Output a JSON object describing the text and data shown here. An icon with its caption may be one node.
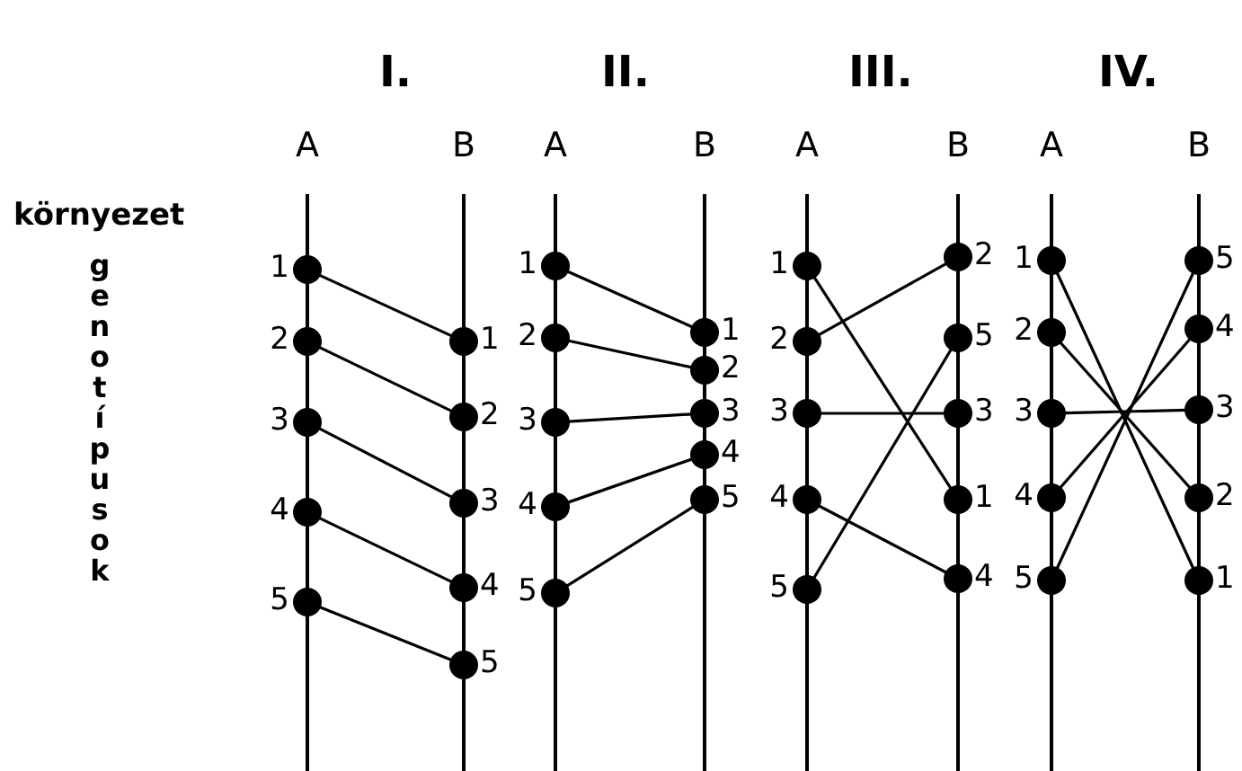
{
  "diagram": {
    "nodes": [
      {
        "text": [],
        "shape": "circle",
        "beside": [
          "1"
        ]
      },
      {
        "text": [],
        "shape": "circle",
        "beside": [
          "2"
        ]
      },
      {
        "text": [],
        "shape": "circle",
        "beside": [
          "3"
        ]
      },
      {
        "text": [],
        "shape": "circle",
        "beside": [
          "4"
        ]
      },
      {
        "text": [],
        "shape": "circle",
        "beside": [
          "5"
        ]
      },
      {
        "text": [],
        "shape": "circle",
        "beside": [
          "1"
        ]
      },
      {
        "text": [],
        "shape": "circle",
        "beside": [
          "2"
        ]
      },
      {
        "text": [],
        "shape": "circle",
        "beside": [
          "3"
        ]
      },
      {
        "text": [],
        "shape": "circle",
        "beside": [
          "4"
        ]
      },
      {
        "text": [],
        "shape": "circle",
        "beside": [
          "5"
        ]
      },
      {
        "text": [],
        "shape": "circle",
        "beside": [
          "1"
        ]
      },
      {
        "text": [],
        "shape": "circle",
        "beside": [
          "2"
        ]
      },
      {
        "text": [],
        "shape": "circle",
        "beside": [
          "3"
        ]
      },
      {
        "text": [],
        "shape": "circle",
        "beside": [
          "4"
        ]
      },
      {
        "text": [],
        "shape": "circle",
        "beside": [
          "5"
        ]
      },
      {
        "text": [],
        "shape": "circle",
        "beside": [
          "1"
        ]
      },
      {
        "text": [],
        "shape": "circle",
        "beside": [
          "2"
        ]
      },
      {
        "text": [],
        "shape": "circle",
        "beside": [
          "3"
        ]
      },
      {
        "text": [],
        "shape": "circle",
        "beside": [
          "4"
        ]
      },
      {
        "text": [],
        "shape": "circle",
        "beside": [
          "5"
        ]
      },
      {
        "text": [],
        "shape": "circle",
        "beside": [
          "1"
        ]
      },
      {
        "text": [],
        "shape": "circle",
        "beside": [
          "2"
        ]
      },
      {
        "text": [],
        "shape": "circle",
        "beside": [
          "3"
        ]
      },
      {
        "text": [],
        "shape": "circle",
        "beside": [
          "4"
        ]
      },
      {
        "text": [],
        "shape": "circle",
        "beside": [
          "5"
        ]
      },
      {
        "text": [],
        "shape": "circle",
        "beside": [
          "2"
        ]
      },
      {
        "text": [],
        "shape": "circle",
        "beside": [
          "5"
        ]
      },
      {
        "text": [],
        "shape": "circle",
        "beside": [
          "3"
        ]
      },
      {
        "text": [],
        "shape": "circle",
        "beside": [
          "1"
        ]
      },
      {
        "text": [],
        "shape": "circle",
        "beside": [
          "4"
        ]
      },
      {
        "text": [],
        "shape": "circle",
        "beside": [
          "1"
        ]
      },
      {
        "text": [],
        "shape": "circle",
        "beside": [
          "2"
        ]
      },
      {
        "text": [],
        "shape": "circle",
        "beside": [
          "3"
        ]
      },
      {
        "text": [],
        "shape": "circle",
        "beside": [
          "4"
        ]
      },
      {
        "text": [],
        "shape": "circle",
        "beside": [
          "5"
        ]
      },
      {
        "text": [],
        "shape": "circle",
        "beside": [
          "5"
        ]
      },
      {
        "text": [],
        "shape": "circle",
        "beside": [
          "4"
        ]
      },
      {
        "text": [],
        "shape": "circle",
        "beside": [
          "3"
        ]
      },
      {
        "text": [],
        "shape": "circle",
        "beside": [
          "2"
        ]
      },
      {
        "text": [],
        "shape": "circle",
        "beside": [
          "1"
        ]
      }
    ],
    "edges": [
      {
        "from": 0,
        "to": 5,
        "arrow": "none"
      },
      {
        "from": 1,
        "to": 6,
        "arrow": "none"
      },
      {
        "from": 2,
        "to": 7,
        "arrow": "none"
      },
      {
        "from": 3,
        "to": 8,
        "arrow": "none"
      },
      {
        "from": 4,
        "to": 9,
        "arrow": "none"
      },
      {
        "from": 10,
        "to": 15,
        "arrow": "none"
      },
      {
        "from": 11,
        "to": 16,
        "arrow": "none"
      },
      {
        "from": 12,
        "to": 17,
        "arrow": "none"
      },
      {
        "from": 13,
        "to": 18,
        "arrow": "none"
      },
      {
        "from": 14,
        "to": 19,
        "arrow": "none"
      },
      {
        "from": 20,
        "to": 28,
        "arrow": "none"
      },
      {
        "from": 21,
        "to": 25,
        "arrow": "none"
      },
      {
        "from": 22,
        "to": 27,
        "arrow": "none"
      },
      {
        "from": 23,
        "to": 29,
        "arrow": "none"
      },
      {
        "from": 24,
        "to": 26,
        "arrow": "none"
      },
      {
        "from": 30,
        "to": 39,
        "arrow": "none"
      },
      {
        "from": 31,
        "to": 38,
        "arrow": "none"
      },
      {
        "from": 32,
        "to": 37,
        "arrow": "none"
      },
      {
        "from": 33,
        "to": 36,
        "arrow": "none"
      },
      {
        "from": 34,
        "to": 35,
        "arrow": "none"
      }
    ],
    "labels": [
      "I.",
      "II.",
      "III.",
      "IV.",
      "A",
      "B",
      "A",
      "B",
      "A",
      "B",
      "A",
      "B",
      "környezet",
      "genotípusok"
    ]
  }
}
